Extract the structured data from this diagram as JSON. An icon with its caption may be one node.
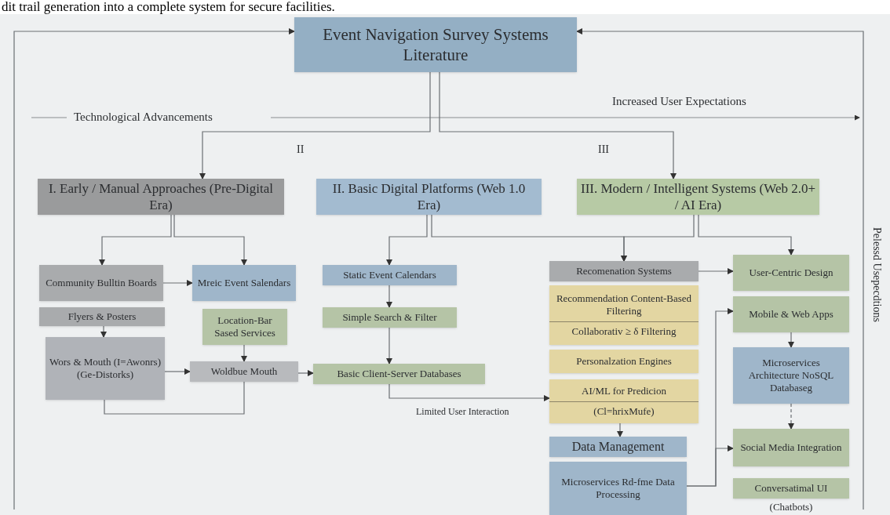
{
  "diagram": {
    "nodes": [
      {
        "text": [
          "Event Navigation Survey Systems Literature"
        ]
      },
      {
        "text": [
          "I. Early / Manual Approaches (Pre-Digital Era)"
        ]
      },
      {
        "text": [
          "II. Basic Digital Platforms (Web 1.0 Era)"
        ]
      },
      {
        "text": [
          "III. Modern / Intelligent Systems (Web 2.0+ / AI Era)"
        ]
      },
      {
        "text": [
          "Community Bulltin Boards"
        ]
      },
      {
        "text": [
          "Mreic Event Salendars"
        ]
      },
      {
        "text": [
          "Flyers & Posters"
        ]
      },
      {
        "text": [
          "Location-Bar Sased Services"
        ]
      },
      {
        "text": [
          "Wors & Mouth (I=Awonrs) (Ge-Distorks)"
        ]
      },
      {
        "text": [
          "Woldbue Mouth"
        ]
      },
      {
        "text": [
          "Static Event Calendars"
        ]
      },
      {
        "text": [
          "Simple Search & Filter"
        ]
      },
      {
        "text": [
          "Basic Client-Server Databases"
        ]
      },
      {
        "text": [
          "Recomenation Systems"
        ]
      },
      {
        "text": [
          "Recommendation Content-Based Filtering",
          "Collaborativ ≥ δ Filtering"
        ]
      },
      {
        "text": [
          "Personalzation Engines"
        ]
      },
      {
        "text": [
          "AI/ML for Predicion",
          "(Cl=hrixMufe)"
        ]
      },
      {
        "text": [
          "Data Management"
        ]
      },
      {
        "text": [
          "Microservices Rd-fme Data Processing"
        ]
      },
      {
        "text": [
          "User-Centric Design"
        ]
      },
      {
        "text": [
          "Mobile & Web Apps"
        ]
      },
      {
        "text": [
          "Microservices Architecture NoSQL Databaseg"
        ]
      },
      {
        "text": [
          "Social Media Integration"
        ]
      },
      {
        "text": [
          "Conversatimal UI"
        ],
        "beside": [
          "(Chatbots)"
        ]
      }
    ],
    "edges": [
      {
        "from": null,
        "to": 0,
        "arrow": "to"
      },
      {
        "from": null,
        "to": 0,
        "arrow": "to"
      },
      {
        "from": 0,
        "to": 1,
        "arrow": "to"
      },
      {
        "from": 0,
        "to": 3,
        "arrow": "to"
      },
      {
        "from": 1,
        "to": 4,
        "arrow": "to"
      },
      {
        "from": 1,
        "to": 5,
        "arrow": "to"
      },
      {
        "from": 4,
        "to": 5,
        "arrow": "to"
      },
      {
        "from": 6,
        "to": 8,
        "arrow": "to"
      },
      {
        "from": 7,
        "to": 9,
        "arrow": "to"
      },
      {
        "from": 8,
        "to": 9,
        "arrow": "to"
      },
      {
        "from": 8,
        "to": 9,
        "arrow": "none"
      },
      {
        "from": 9,
        "to": 12,
        "arrow": "to"
      },
      {
        "from": 2,
        "to": 10,
        "arrow": "to"
      },
      {
        "from": 2,
        "to": 13,
        "arrow": "to"
      },
      {
        "from": 3,
        "to": 13,
        "arrow": "to"
      },
      {
        "from": 3,
        "to": 19,
        "arrow": "to"
      },
      {
        "from": 10,
        "to": 11,
        "arrow": "to"
      },
      {
        "from": 11,
        "to": 12,
        "arrow": "to"
      },
      {
        "from": 12,
        "to": 16,
        "arrow": "to",
        "label": "Limited User Interaction"
      },
      {
        "from": 13,
        "to": 19,
        "arrow": "to"
      },
      {
        "from": 16,
        "to": 17,
        "arrow": "to"
      },
      {
        "from": 18,
        "to": 20,
        "arrow": "to"
      },
      {
        "from": 18,
        "to": 22,
        "arrow": "to"
      },
      {
        "from": 20,
        "to": 21,
        "arrow": "to"
      },
      {
        "from": 21,
        "to": 22,
        "arrow": "to",
        "style": "dashed"
      }
    ],
    "labels": [
      "dit trail generation into a complete system for secure facilities.",
      "Technological Advancements",
      "Increased User Expectations",
      "II",
      "III",
      "Pelessd Usepecdtions"
    ]
  }
}
